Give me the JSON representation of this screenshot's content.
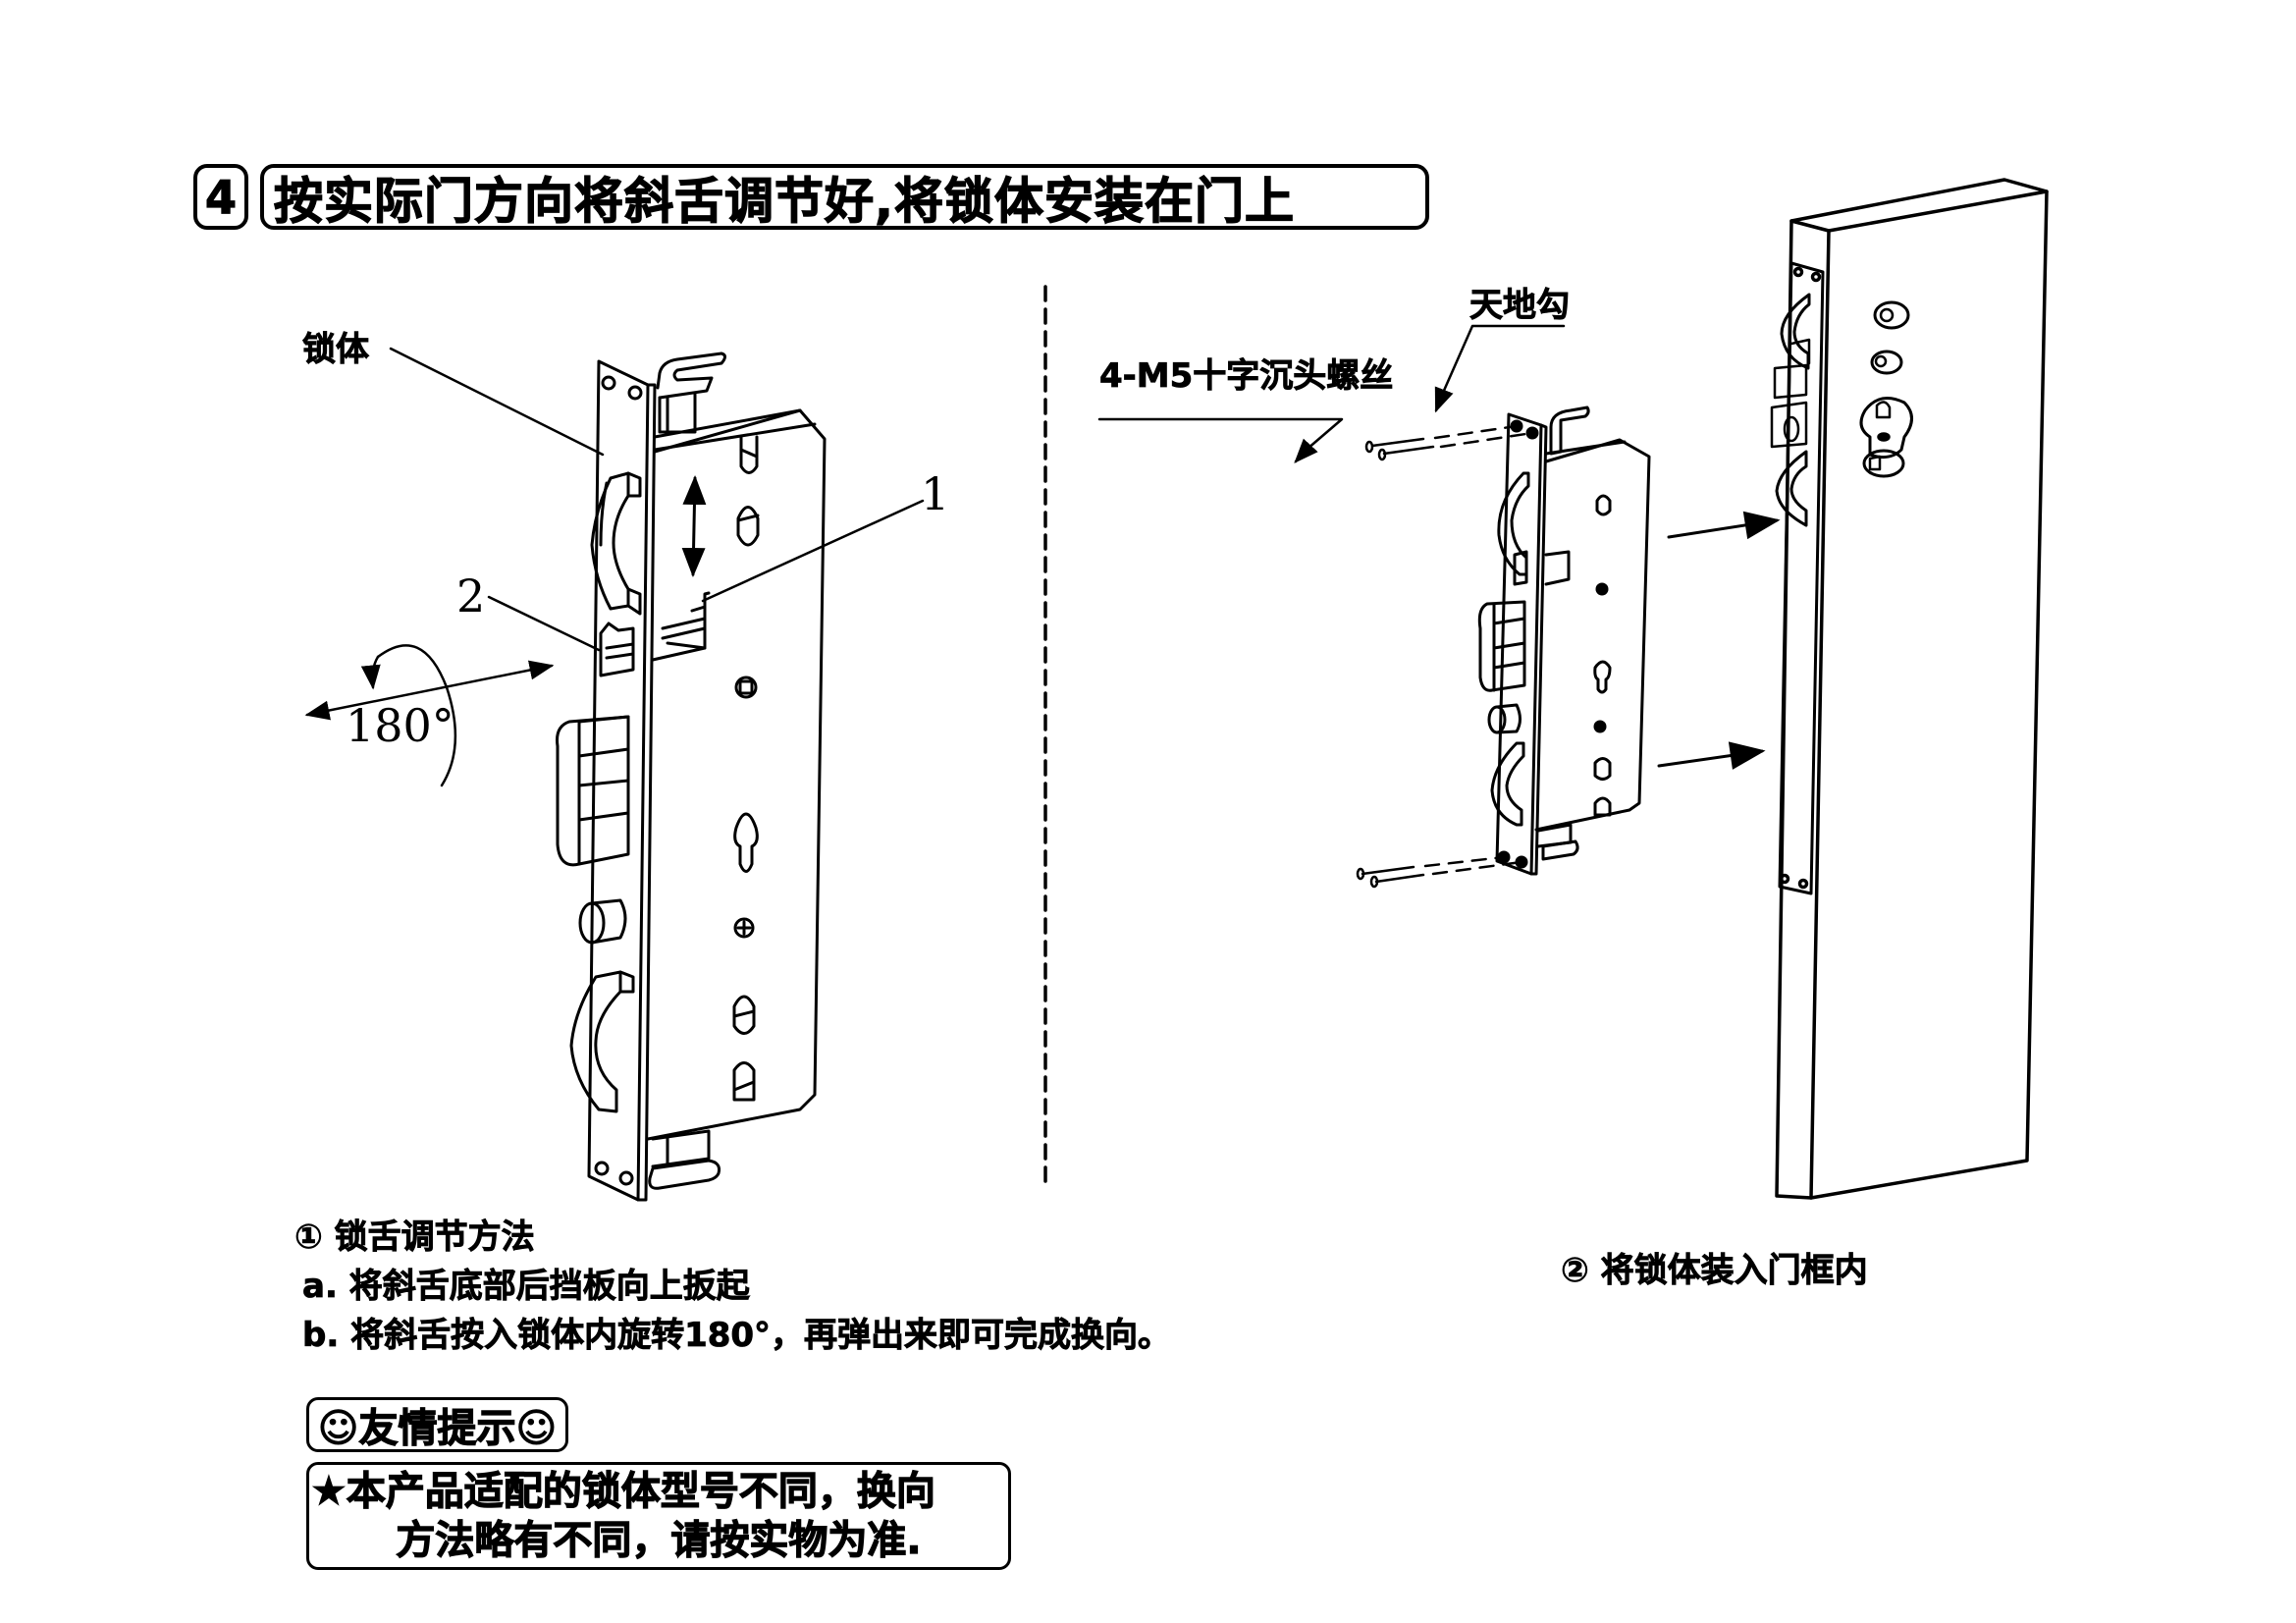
{
  "header": {
    "step_number": "4",
    "title": "按实际门方向将斜舌调节好,将锁体安装在门上"
  },
  "left_figure": {
    "callout_lock_body": "锁体",
    "callout_1": "1",
    "callout_2": "2",
    "rotation_label": "180°"
  },
  "right_figure": {
    "callout_screws": "4-M5十字沉头螺丝",
    "callout_rod_hook": "天地勾",
    "caption": "② 将锁体装入门框内"
  },
  "instructions": {
    "heading": "① 锁舌调节方法",
    "steps": [
      "a. 将斜舌底部后挡板向上扳起",
      "b. 将斜舌按入锁体内旋转180°，再弹出来即可完成换向。"
    ]
  },
  "tip": {
    "title": "☺友情提示☺",
    "lines": [
      "★本产品适配的锁体型号不同，换向",
      "方法略有不同，请按实物为准."
    ]
  }
}
